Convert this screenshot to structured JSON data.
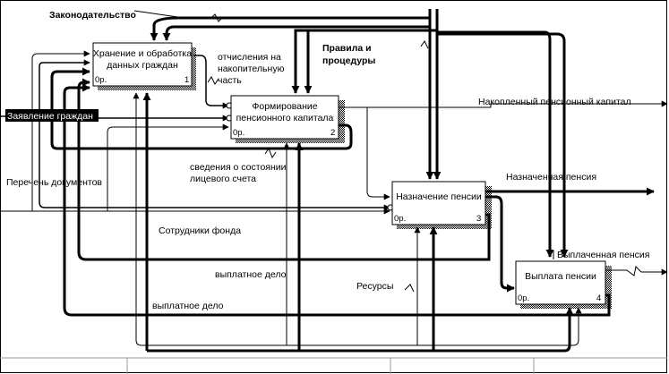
{
  "diagram": {
    "blocks": [
      {
        "id": "b1",
        "title_lines": [
          "Хранение и обработка",
          "данных граждан"
        ],
        "cost": "0р.",
        "number": "1"
      },
      {
        "id": "b2",
        "title_lines": [
          "Формирование",
          "пенсионного капитала"
        ],
        "cost": "0р.",
        "number": "2"
      },
      {
        "id": "b3",
        "title_lines": [
          "Назначение пенсии"
        ],
        "cost": "0р.",
        "number": "3"
      },
      {
        "id": "b4",
        "title_lines": [
          "Выплата пенсии"
        ],
        "cost": "0р.",
        "number": "4"
      }
    ],
    "labels": {
      "legislation": "Законодательство",
      "rules_line1": "Правила и",
      "rules_line2": "процедуры",
      "deductions_line1": "отчисления на",
      "deductions_line2": "накопительную",
      "deductions_line3": "часть",
      "accumulated": "Накопленный пенсионный капитал",
      "application": "Заявление граждан",
      "account_info_line1": "сведения о состоянии",
      "account_info_line2": "лицевого счета",
      "documents": "Перечень документов",
      "assigned": "Назначенная пенсия",
      "staff": "Сотрудники фонда",
      "paid": "Выплаченная пенсия",
      "payment_case_1": "выплатное дело",
      "resources": "Ресурсы",
      "payment_case_2": "выплатное дело"
    }
  }
}
